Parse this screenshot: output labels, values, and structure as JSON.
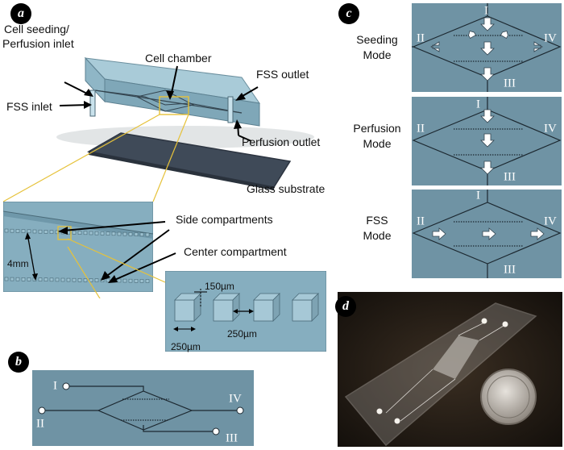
{
  "panels": {
    "a": "a",
    "b": "b",
    "c": "c",
    "d": "d"
  },
  "panel_a": {
    "cell_seeding_line1": "Cell seeding/",
    "cell_seeding_line2": "Perfusion inlet",
    "cell_chamber": "Cell chamber",
    "fss_outlet": "FSS outlet",
    "fss_inlet": "FSS inlet",
    "perfusion_outlet": "Perfusion outlet",
    "glass_substrate": "Glass substrate",
    "side_compartments": "Side compartments",
    "center_compartment": "Center compartment",
    "dim_4mm": "4mm",
    "dim_150": "150µm",
    "dim_250_gap": "250µm",
    "dim_250_width": "250µm"
  },
  "panel_b": {
    "ports": [
      "I",
      "II",
      "III",
      "IV"
    ]
  },
  "panel_c": {
    "seeding_line1": "Seeding",
    "seeding_line2": "Mode",
    "perfusion_line1": "Perfusion",
    "perfusion_line2": "Mode",
    "fss_line1": "FSS",
    "fss_line2": "Mode",
    "ports": [
      "I",
      "II",
      "III",
      "IV"
    ]
  },
  "colors": {
    "device_blue": "#86b3c5",
    "panel_blue": "#6f93a4",
    "dark_slate": "#4d5663"
  }
}
